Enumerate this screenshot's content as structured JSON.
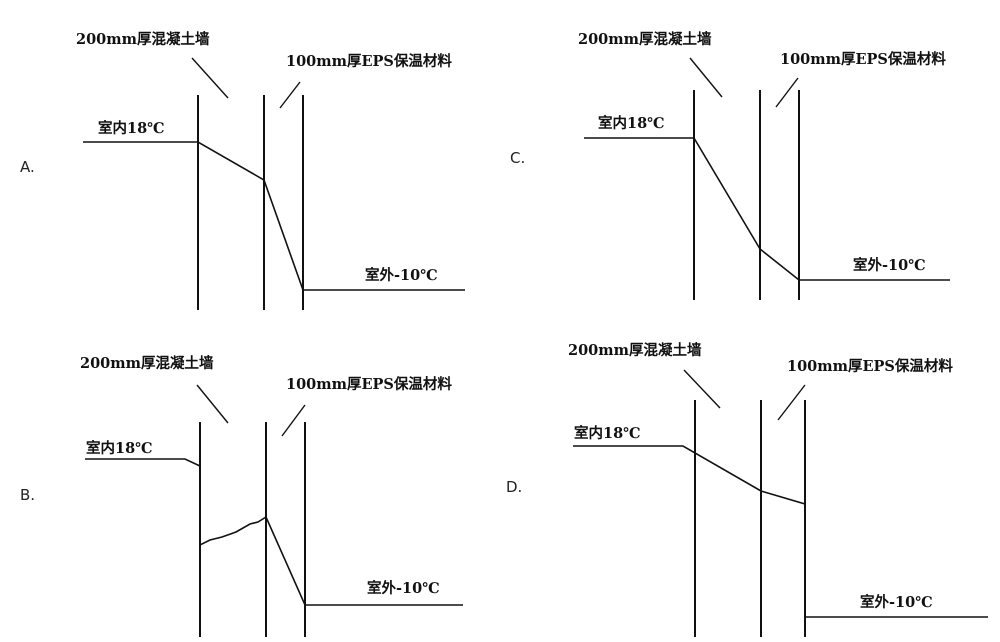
{
  "options": [
    {
      "letter": "A.",
      "wall_label": "200mm厚混凝土墙",
      "insulation_label": "100mm厚EPS保温材料",
      "indoor_label": "室内18℃",
      "outdoor_label": "室外-10℃"
    },
    {
      "letter": "B.",
      "wall_label": "200mm厚混凝土墙",
      "insulation_label": "100mm厚EPS保温材料",
      "indoor_label": "室内18℃",
      "outdoor_label": "室外-10℃"
    },
    {
      "letter": "C.",
      "wall_label": "200mm厚混凝土墙",
      "insulation_label": "100mm厚EPS保温材料",
      "indoor_label": "室内18℃",
      "outdoor_label": "室外-10℃"
    },
    {
      "letter": "D.",
      "wall_label": "200mm厚混凝土墙",
      "insulation_label": "100mm厚EPS保温材料",
      "indoor_label": "室内18℃",
      "outdoor_label": "室外-10℃"
    }
  ],
  "colors": {
    "ink": "#111111",
    "background": "#ffffff"
  }
}
